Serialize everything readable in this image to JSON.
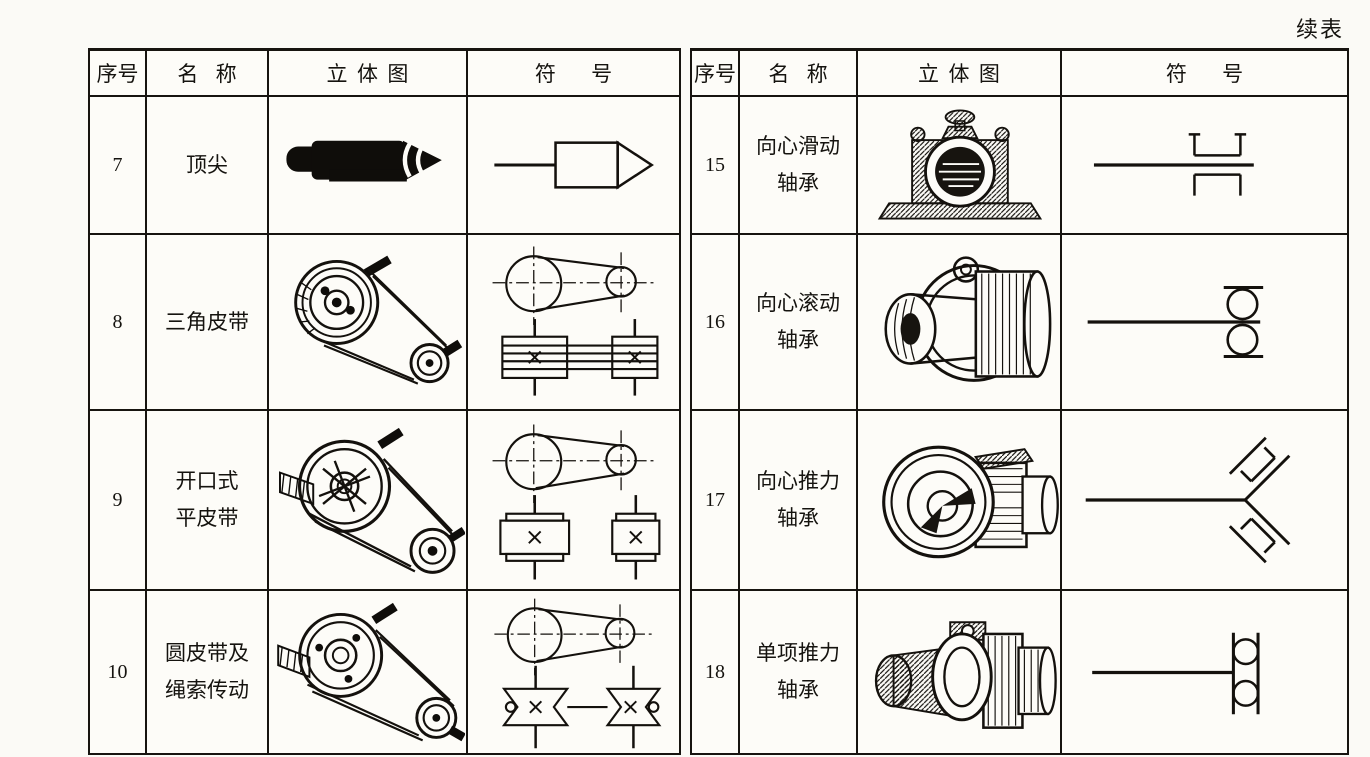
{
  "page": {
    "continued_label": "续表"
  },
  "table": {
    "headers": {
      "no": "序号",
      "name": "名 称",
      "pictorial": "立体图",
      "symbol": "符 号"
    },
    "left_rows": [
      {
        "no": "7",
        "name": "顶尖",
        "pictorial": "lathe-center-pictorial",
        "symbol": "dead-center-symbol"
      },
      {
        "no": "8",
        "name": "三角皮带",
        "pictorial": "v-belt-drive-pictorial",
        "symbol": "v-belt-drive-symbol"
      },
      {
        "no": "9",
        "name": "开口式\n平皮带",
        "pictorial": "open-flat-belt-pictorial",
        "symbol": "flat-belt-drive-symbol"
      },
      {
        "no": "10",
        "name": "圆皮带及\n绳索传动",
        "pictorial": "round-belt-rope-drive-pictorial",
        "symbol": "round-belt-drive-symbol"
      }
    ],
    "right_rows": [
      {
        "no": "15",
        "name": "向心滑动\n轴承",
        "pictorial": "plain-sliding-bearing-pictorial",
        "symbol": "radial-plain-bearing-symbol"
      },
      {
        "no": "16",
        "name": "向心滚动\n轴承",
        "pictorial": "rolling-bearing-pictorial",
        "symbol": "radial-rolling-bearing-symbol"
      },
      {
        "no": "17",
        "name": "向心推力\n轴承",
        "pictorial": "angular-contact-bearing-pictorial",
        "symbol": "radial-thrust-bearing-symbol"
      },
      {
        "no": "18",
        "name": "单项推力\n轴承",
        "pictorial": "thrust-bearing-pictorial",
        "symbol": "single-thrust-bearing-symbol"
      }
    ]
  }
}
